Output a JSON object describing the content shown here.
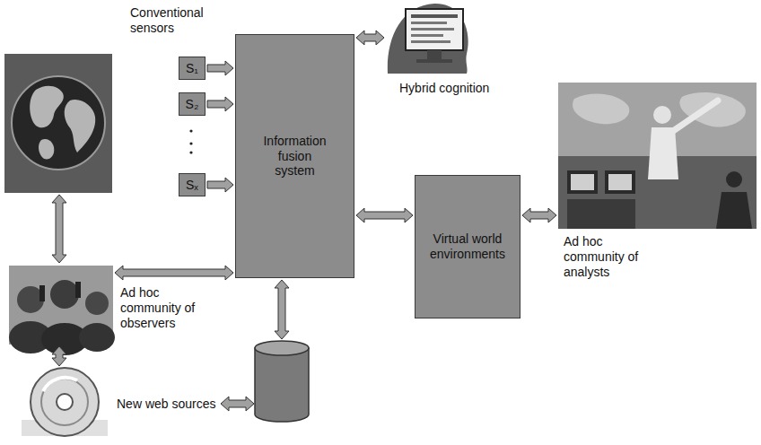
{
  "diagram": {
    "nodes": [
      {
        "text": [
          "S₁"
        ]
      },
      {
        "text": [
          "S₂"
        ]
      },
      {
        "text": [
          "Sₓ"
        ]
      },
      {
        "text": [
          "Information fusion system"
        ]
      },
      {
        "text": [
          "Hybrid cognition"
        ]
      },
      {
        "text": [
          "Virtual world environments"
        ]
      },
      {
        "text": [
          "Ad hoc community of analysts"
        ]
      },
      {
        "text": [
          "Ad hoc community of observers"
        ]
      },
      {
        "text": [
          "New web sources"
        ]
      }
    ],
    "edges": [
      {
        "from": 0,
        "to": 3,
        "arrow": "to"
      },
      {
        "from": 1,
        "to": 3,
        "arrow": "to"
      },
      {
        "from": 2,
        "to": 3,
        "arrow": "to"
      },
      {
        "from": 3,
        "to": 4,
        "arrow": "both"
      },
      {
        "from": 3,
        "to": 5,
        "arrow": "both"
      },
      {
        "from": 5,
        "to": 6,
        "arrow": "both"
      },
      {
        "from": 7,
        "to": 3,
        "arrow": "both"
      },
      {
        "from": 7,
        "to": 8,
        "arrow": "both"
      }
    ],
    "labels": [
      "Conventional sensors"
    ]
  }
}
